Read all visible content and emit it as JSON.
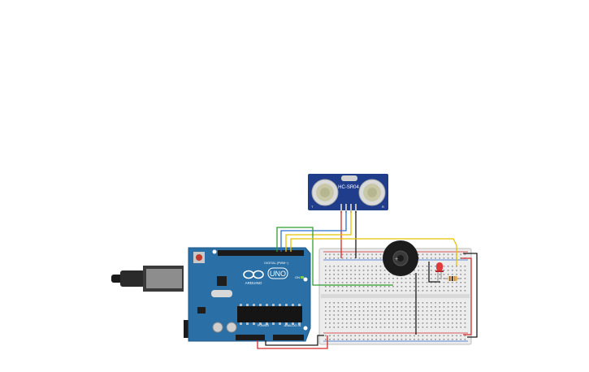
{
  "circuit": {
    "sensor": {
      "model": "HC-SR04",
      "left_mark": "T",
      "right_mark": "R"
    },
    "arduino": {
      "brand": "ARDUINO",
      "model": "UNO",
      "digital_header_label": "DIGITAL (PWM~)",
      "power_header_label": "POWER",
      "analog_header_label": "ANALOG IN",
      "on_label": "ON"
    }
  },
  "colors": {
    "wire_red": "#d42a2a",
    "wire_black": "#1a1a1a",
    "wire_yellow": "#e6c200",
    "wire_green": "#2e9e2e",
    "wire_blue": "#2b6fd0",
    "board": "#2a6fa5",
    "sensor_pcb": "#1f3d8a",
    "breadboard": "#ececec"
  }
}
